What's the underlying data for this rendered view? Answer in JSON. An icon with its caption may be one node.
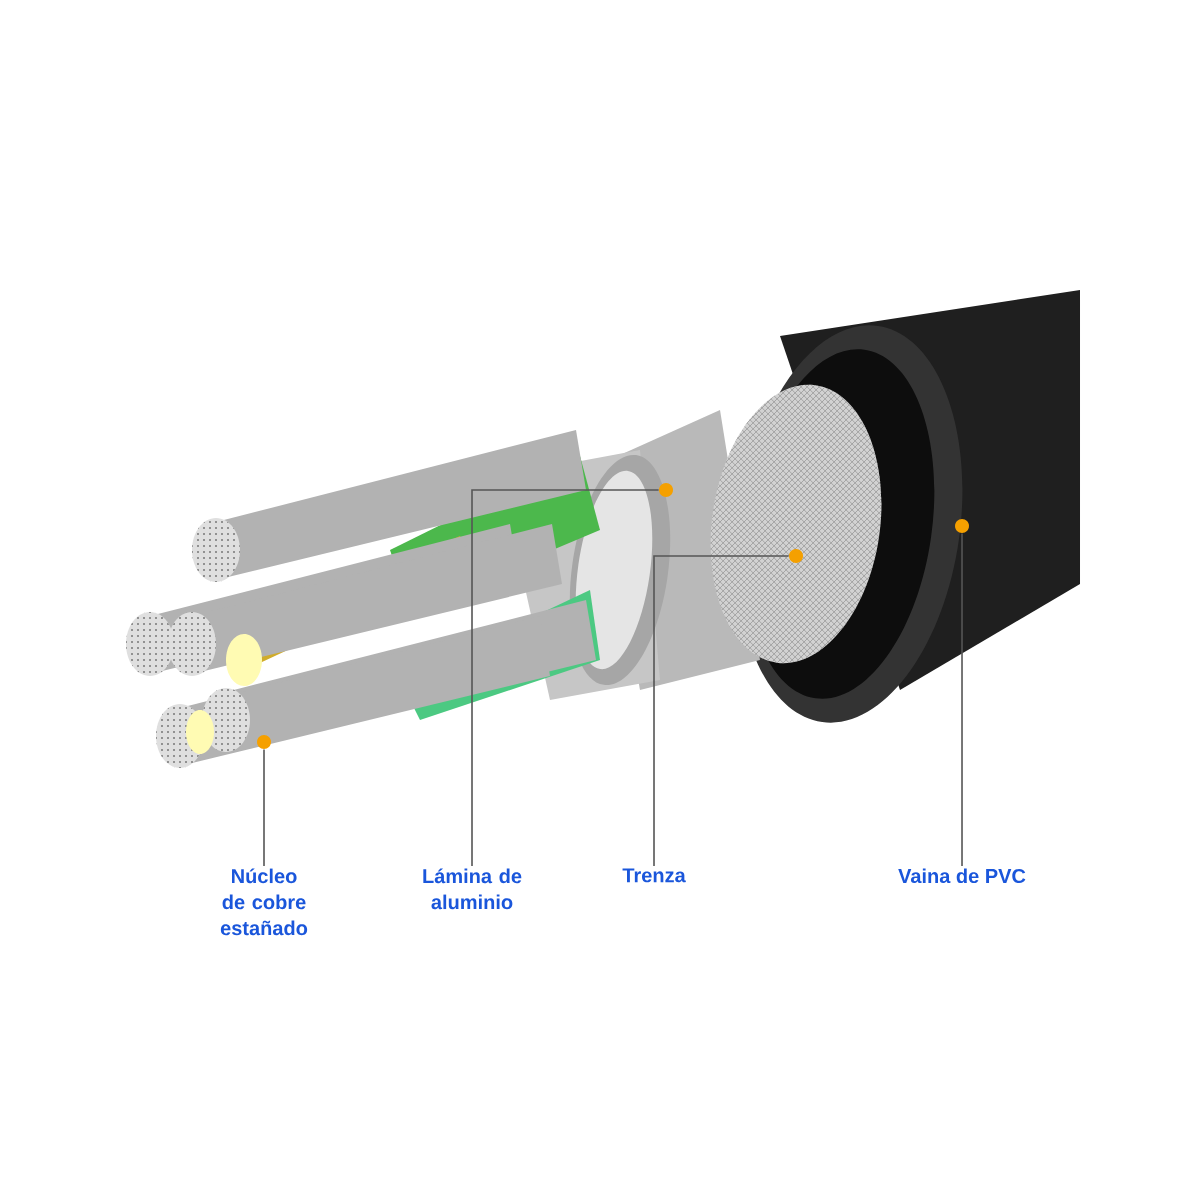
{
  "diagram": {
    "nodes": [
      {
        "text": [
          "Núcleo de cobre estañado"
        ]
      },
      {
        "text": [
          "Lámina de aluminio"
        ]
      },
      {
        "text": [
          "Trenza"
        ]
      },
      {
        "text": [
          "Vaina de PVC"
        ]
      },
      {
        "text": [],
        "shape": "circle"
      },
      {
        "text": [],
        "shape": "circle"
      },
      {
        "text": [],
        "shape": "circle"
      },
      {
        "text": [],
        "shape": "circle"
      }
    ],
    "edges": [
      {
        "from": 0,
        "to": 4,
        "arrow": "none"
      },
      {
        "from": 1,
        "to": 5,
        "arrow": "none"
      },
      {
        "from": 2,
        "to": 6,
        "arrow": "none"
      },
      {
        "from": 3,
        "to": 7,
        "arrow": "none"
      }
    ]
  }
}
